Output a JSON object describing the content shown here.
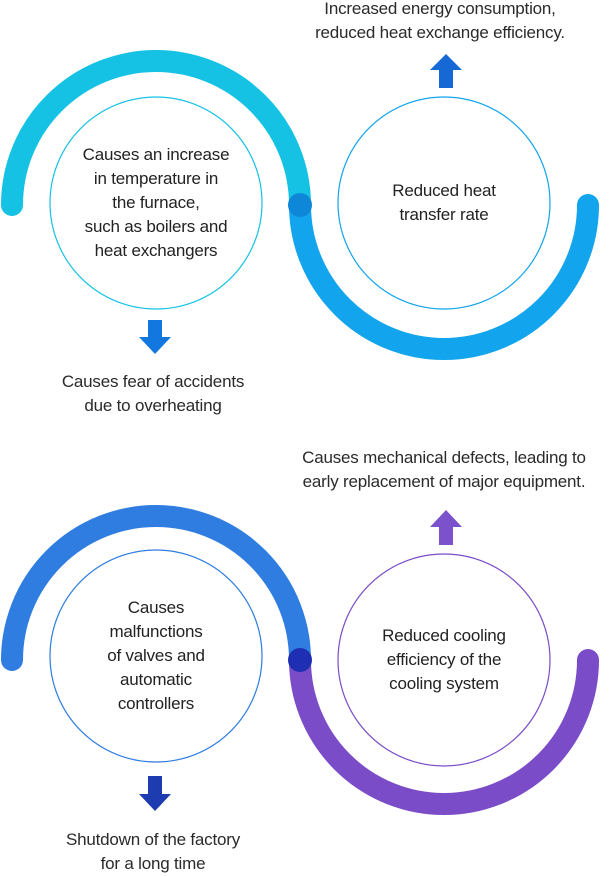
{
  "sections": [
    {
      "left_circle_text": "Causes an increase\nin temperature in\nthe furnace,\nsuch as boilers and\nheat exchangers",
      "right_circle_text": "Reduced heat\ntransfer rate",
      "top_outcome": "Increased energy consumption,\nreduced heat exchange efficiency.",
      "bottom_outcome": "Causes fear of accidents\ndue to overheating",
      "colors": {
        "left_arc": "#16c2e4",
        "right_arc": "#12a4ec",
        "joint_dot": "#0f87d8",
        "left_circle_border": "#16c2e4",
        "right_circle_border": "#12a4ec",
        "up_arrow": "#1668d4",
        "down_arrow": "#1278e0"
      }
    },
    {
      "left_circle_text": "Causes\nmalfunctions\nof valves and\nautomatic\ncontrollers",
      "right_circle_text": "Reduced cooling\nefficiency of the\ncooling system",
      "top_outcome": "Causes mechanical defects, leading to\nearly replacement of major equipment.",
      "bottom_outcome": "Shutdown of the factory\nfor a long time",
      "colors": {
        "left_arc": "#2f7de0",
        "right_arc": "#7a4cc8",
        "joint_dot": "#1e2fb4",
        "left_circle_border": "#2f7de0",
        "right_circle_border": "#7a4cc8",
        "up_arrow": "#7c52cc",
        "down_arrow": "#1c3cb0"
      }
    }
  ]
}
